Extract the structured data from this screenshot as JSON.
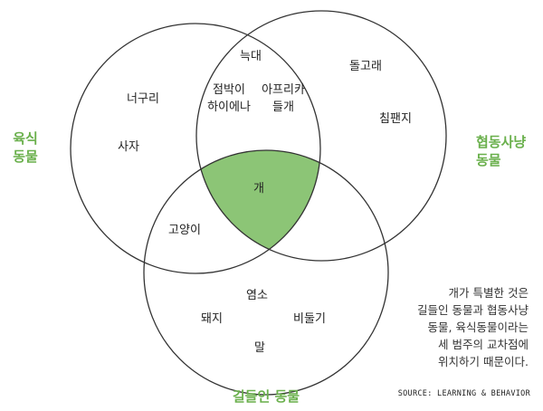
{
  "groups": {
    "carnivore": [
      "육식",
      "동물"
    ],
    "cooperative_hunting": [
      "협동사냥",
      "동물"
    ],
    "domesticated": "길들인 동물"
  },
  "regions": {
    "carnivore_only": [
      "너구리",
      "사자"
    ],
    "hunting_only": [
      "돌고래",
      "침팬지"
    ],
    "domesticated_only": [
      "염소",
      "돼지",
      "비둘기",
      "말"
    ],
    "carnivore_and_hunting": [
      "늑대",
      "점박이 하이에나",
      "아프리카 들개"
    ],
    "carnivore_and_domesticated": [
      "고양이"
    ],
    "all_three": [
      "개"
    ]
  },
  "note": [
    "개가 특별한 것은",
    "길들인 동물과 협동사냥",
    "동물, 육식동물이라는",
    "세 범주의 교차점에",
    "위치하기 때문이다."
  ],
  "source": "SOURCE: LEARNING & BEHAVIOR",
  "colors": {
    "accent": "#6ab04c",
    "highlight_fill": "#8cc576",
    "stroke": "#333333"
  }
}
